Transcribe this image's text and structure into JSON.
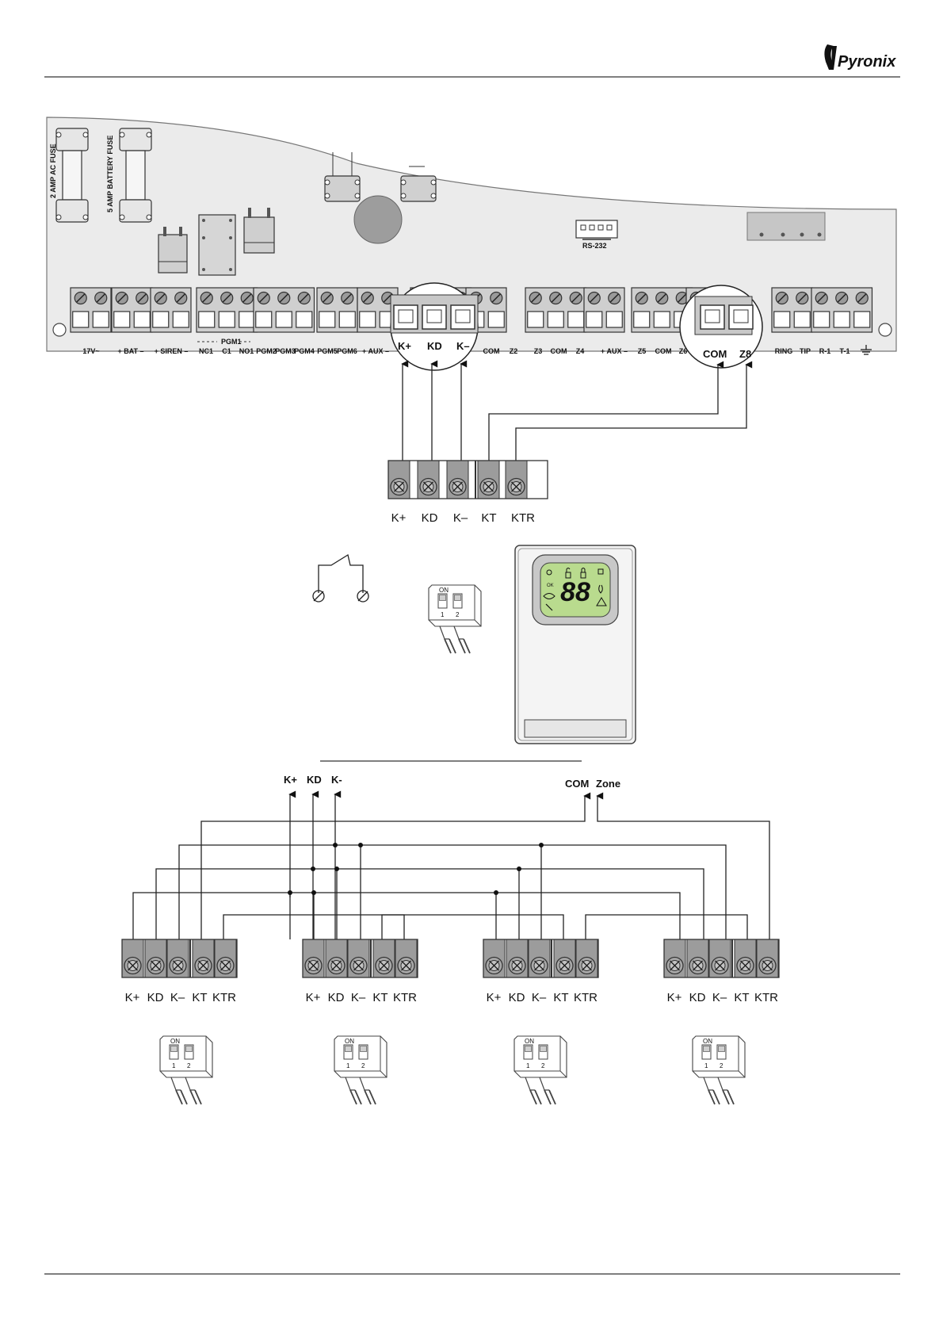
{
  "header": {
    "brand": "Pyronix"
  },
  "panel": {
    "fuses": [
      "2 AMP AC FUSE",
      "5 AMP BATTERY FUSE"
    ],
    "connector": "RS-232",
    "pgm1_group": "PGM1",
    "terminal_labels": [
      "17V~",
      "+ BAT –",
      "+ SIREN –",
      "NC1",
      "C1",
      "NO1",
      "PGM2",
      "PGM3",
      "PGM4",
      "PGM5",
      "PGM6",
      "+ AUX –",
      "K+",
      "KD",
      "K–",
      "COM",
      "Z2",
      "Z3",
      "COM",
      "Z4",
      "+ AUX –",
      "Z5",
      "COM",
      "Z6",
      "COM",
      "Z8",
      "RING",
      "TIP",
      "R-1",
      "T-1"
    ]
  },
  "keypad_terminals": [
    "K+",
    "KD",
    "K–",
    "KT",
    "KTR"
  ],
  "dip_switch": {
    "on_label": "ON",
    "switch_numbers": [
      "1",
      "2"
    ]
  },
  "keypad_display": {
    "digits": "88",
    "icon_labels": [
      "OK"
    ]
  },
  "bus_labels": {
    "k_plus": "K+",
    "kd": "KD",
    "k_minus": "K-",
    "com": "COM",
    "zone": "Zone"
  }
}
